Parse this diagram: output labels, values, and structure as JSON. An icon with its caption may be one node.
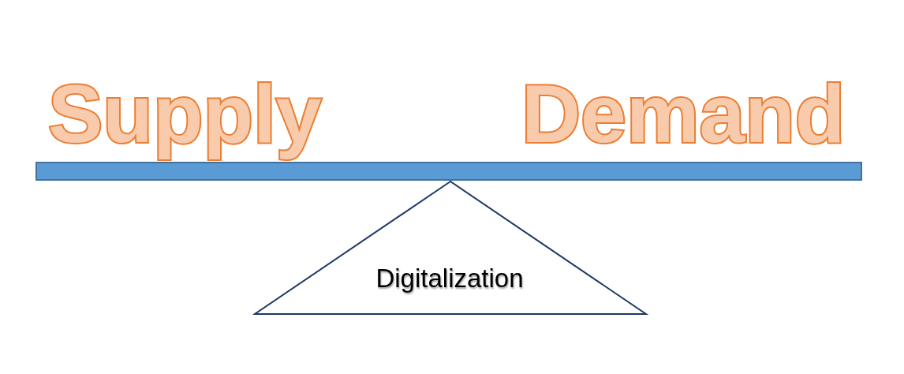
{
  "diagram": {
    "nodes": [
      {
        "text": [],
        "shape": "bar"
      },
      {
        "text": [
          "Digitalization"
        ]
      }
    ],
    "labels": [
      "Supply",
      "Demand"
    ]
  }
}
